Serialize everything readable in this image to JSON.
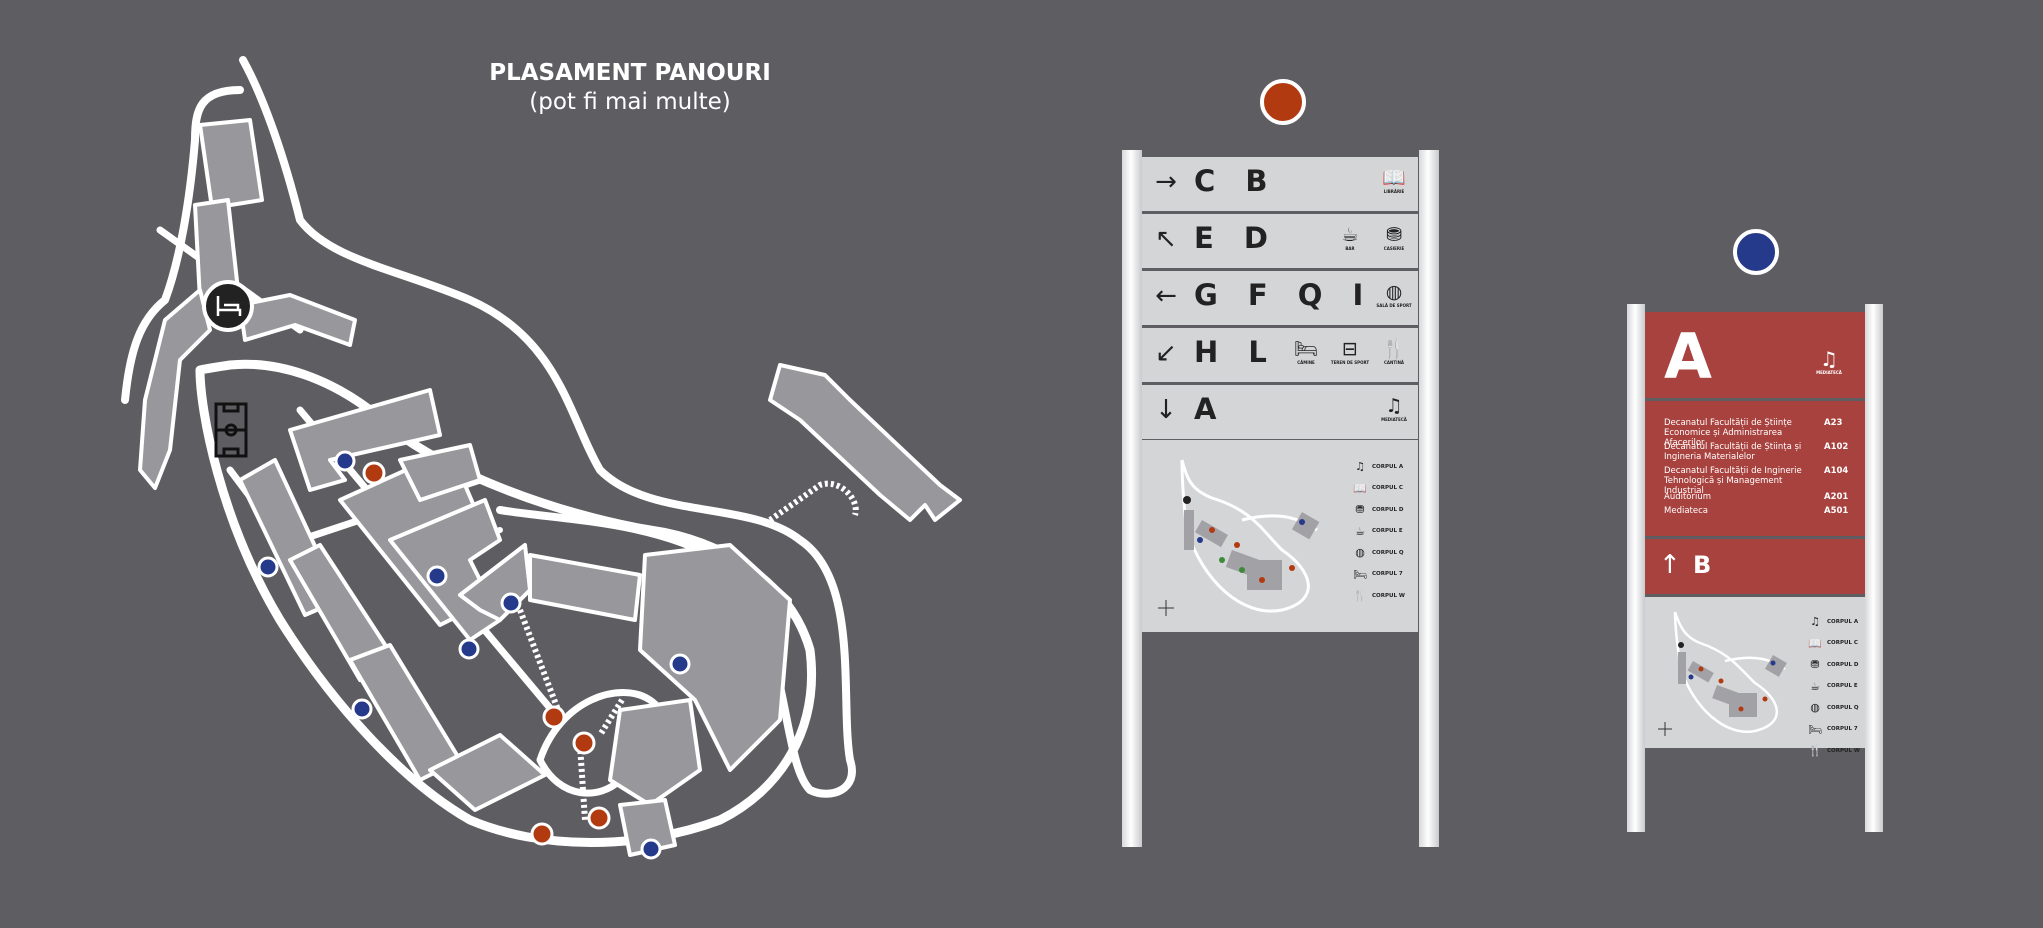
{
  "heading": {
    "line1": "PLASAMENT PANOURI",
    "line2": "(pot fi mai multe)"
  },
  "colors": {
    "background": "#5e5d62",
    "building": "#98979c",
    "road": "#ffffff",
    "marker_orange": "#b23a10",
    "marker_blue": "#263a8c",
    "panel_grey": "#d4d5d7",
    "panel_red": "#a8423f"
  },
  "map_icons": {
    "hotel": "bed-icon",
    "sports_field": "football-field-icon"
  },
  "directional_sign": {
    "marker_color": "orange",
    "rows": [
      {
        "arrow": "arrow-right-icon",
        "arrow_glyph": "→",
        "letters": "C B",
        "services": [
          {
            "icon": "book-icon",
            "glyph": "📖",
            "label": "LIBRĂRIE"
          }
        ]
      },
      {
        "arrow": "arrow-up-left-icon",
        "arrow_glyph": "↖",
        "letters": "E D",
        "services": [
          {
            "icon": "coffee-cup-icon",
            "glyph": "☕",
            "label": "BAR"
          },
          {
            "icon": "coins-icon",
            "glyph": "⛃",
            "label": "CASIERIE"
          }
        ]
      },
      {
        "arrow": "arrow-left-icon",
        "arrow_glyph": "←",
        "letters": "G F Q I",
        "services": [
          {
            "icon": "ball-icon",
            "glyph": "◍",
            "label": "SALĂ DE SPORT"
          }
        ]
      },
      {
        "arrow": "arrow-down-left-icon",
        "arrow_glyph": "↙",
        "letters": "H L",
        "services": [
          {
            "icon": "bed-icon",
            "glyph": "🛏",
            "label": "CĂMINE"
          },
          {
            "icon": "sports-field-icon",
            "glyph": "⊟",
            "label": "TEREN DE SPORT"
          },
          {
            "icon": "cutlery-icon",
            "glyph": "🍴",
            "label": "CANTINĂ"
          }
        ]
      },
      {
        "arrow": "arrow-down-icon",
        "arrow_glyph": "↓",
        "letters": "A",
        "services": [
          {
            "icon": "music-note-icon",
            "glyph": "♫",
            "label": "MEDIATECĂ"
          }
        ]
      }
    ],
    "legend": [
      {
        "icon": "music-note-icon",
        "glyph": "♫",
        "label": "CORPUL A"
      },
      {
        "icon": "book-icon",
        "glyph": "📖",
        "label": "CORPUL C"
      },
      {
        "icon": "coins-icon",
        "glyph": "⛃",
        "label": "CORPUL D"
      },
      {
        "icon": "coffee-cup-icon",
        "glyph": "☕",
        "label": "CORPUL E"
      },
      {
        "icon": "ball-icon",
        "glyph": "◍",
        "label": "CORPUL Q"
      },
      {
        "icon": "bed-icon",
        "glyph": "🛏",
        "label": "CORPUL 7"
      },
      {
        "icon": "cutlery-icon",
        "glyph": "🍴",
        "label": "CORPUL W"
      }
    ]
  },
  "building_sign": {
    "marker_color": "blue",
    "building_letter": "A",
    "building_service": {
      "icon": "music-note-icon",
      "glyph": "♫",
      "label": "MEDIATECĂ"
    },
    "departments": [
      {
        "name": "Decanatul Facultății de Științe Economice și Administrarea Afacerilor",
        "room": "A23"
      },
      {
        "name": "Decanatul Facultății de Știința și Ingineria Materialelor",
        "room": "A102"
      },
      {
        "name": "Decanatul Facultății de Inginerie Tehnologică și Management Industrial",
        "room": "A104"
      },
      {
        "name": "Auditorium",
        "room": "A201"
      },
      {
        "name": "Mediateca",
        "room": "A501"
      }
    ],
    "next": {
      "arrow": "arrow-up-icon",
      "arrow_glyph": "↑",
      "letter": "B"
    },
    "legend": [
      {
        "icon": "music-note-icon",
        "glyph": "♫",
        "label": "CORPUL A"
      },
      {
        "icon": "book-icon",
        "glyph": "📖",
        "label": "CORPUL C"
      },
      {
        "icon": "coins-icon",
        "glyph": "⛃",
        "label": "CORPUL D"
      },
      {
        "icon": "coffee-cup-icon",
        "glyph": "☕",
        "label": "CORPUL E"
      },
      {
        "icon": "ball-icon",
        "glyph": "◍",
        "label": "CORPUL Q"
      },
      {
        "icon": "bed-icon",
        "glyph": "🛏",
        "label": "CORPUL 7"
      },
      {
        "icon": "cutlery-icon",
        "glyph": "🍴",
        "label": "CORPUL W"
      }
    ]
  }
}
